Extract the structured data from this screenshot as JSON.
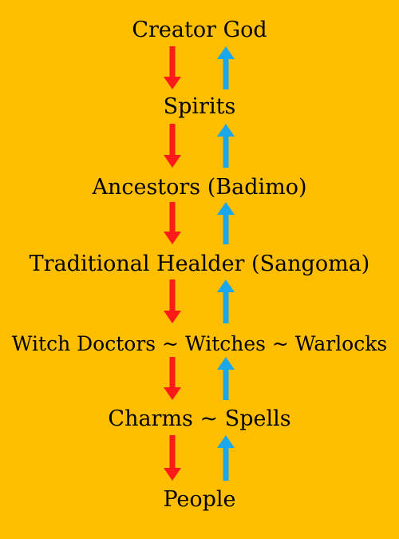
{
  "diagram": {
    "background_color": "#FFBF00",
    "down_arrow_color": "#FF1A1A",
    "up_arrow_color": "#1AA7EC",
    "nodes": [
      "Creator God",
      "Spirits",
      "Ancestors (Badimo)",
      "Traditional Healder (Sangoma)",
      "Witch Doctors ~ Witches ~ Warlocks",
      "Charms ~ Spells",
      "People"
    ]
  }
}
